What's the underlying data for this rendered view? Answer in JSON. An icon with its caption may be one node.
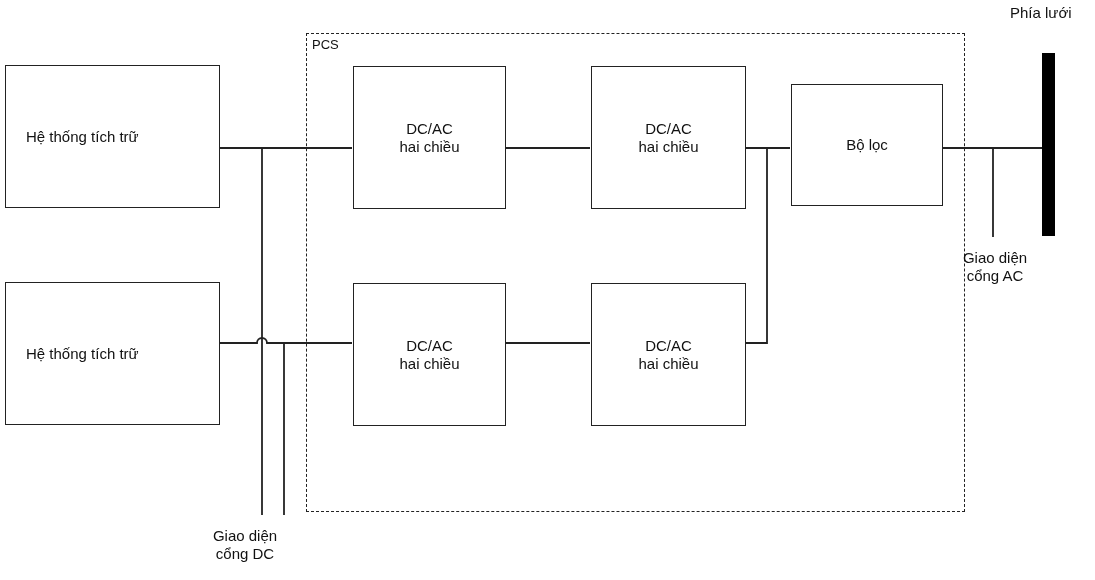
{
  "diagram": {
    "nodes": [
      {
        "text": [
          "PCS"
        ]
      },
      {
        "text": [
          "Hệ thống tích trữ"
        ]
      },
      {
        "text": [
          "Hệ thống tích trữ"
        ]
      },
      {
        "text": [
          "DC/AC hai chiều"
        ],
        "in": 0
      },
      {
        "text": [
          "DC/AC hai chiều"
        ],
        "in": 0
      },
      {
        "text": [
          "Bộ lọc"
        ],
        "in": 0
      },
      {
        "text": [
          "DC/AC hai chiều"
        ],
        "in": 0
      },
      {
        "text": [
          "DC/AC hai chiều"
        ],
        "in": 0
      },
      {
        "text": [
          "Phía lưới"
        ]
      },
      {
        "text": [
          "Giao diện cổng DC"
        ]
      },
      {
        "text": [
          "Giao diện cổng AC"
        ]
      }
    ],
    "edges": [
      {
        "from": 1,
        "to": 3,
        "arrow": "none"
      },
      {
        "from": 2,
        "to": 6,
        "arrow": "none"
      },
      {
        "from": 3,
        "to": 4,
        "arrow": "none"
      },
      {
        "from": 6,
        "to": 7,
        "arrow": "none"
      },
      {
        "from": 4,
        "to": 5,
        "arrow": "none"
      },
      {
        "from": 7,
        "to": 5,
        "arrow": "none"
      },
      {
        "from": 5,
        "to": 8,
        "arrow": "none"
      },
      {
        "from": 9,
        "to": null,
        "arrow": "none"
      },
      {
        "from": 9,
        "to": null,
        "arrow": "none"
      },
      {
        "from": 10,
        "to": null,
        "arrow": "none"
      }
    ]
  }
}
